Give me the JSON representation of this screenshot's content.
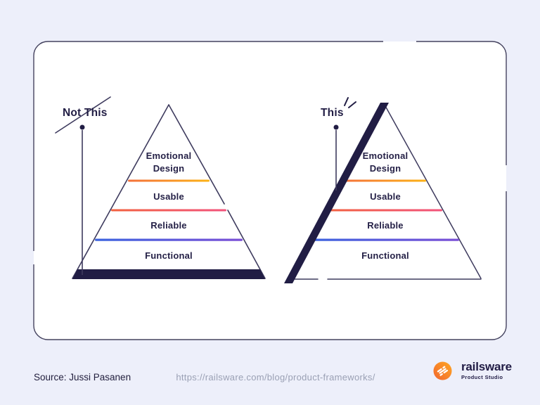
{
  "colors": {
    "background": "#edeffa",
    "navy": "#211d44",
    "outline": "#45435f",
    "text": "#252147",
    "muted": "#9aa0b4",
    "grad_orange": [
      "#f4703a",
      "#fcb216"
    ],
    "grad_red": [
      "#f2613f",
      "#f2537c"
    ],
    "grad_blue": [
      "#3b63df",
      "#7b4fd6"
    ],
    "logo_orange": [
      "#ffa722",
      "#f1652e"
    ]
  },
  "annotations": {
    "not_this": "Not This",
    "this": "This"
  },
  "levels": [
    "Emotional Design",
    "Usable",
    "Reliable",
    "Functional"
  ],
  "footer": {
    "source": "Source: Jussi Pasanen",
    "url": "https://railsware.com/blog/product-frameworks/",
    "brand_name": "railsware",
    "brand_tagline": "Product Studio"
  }
}
